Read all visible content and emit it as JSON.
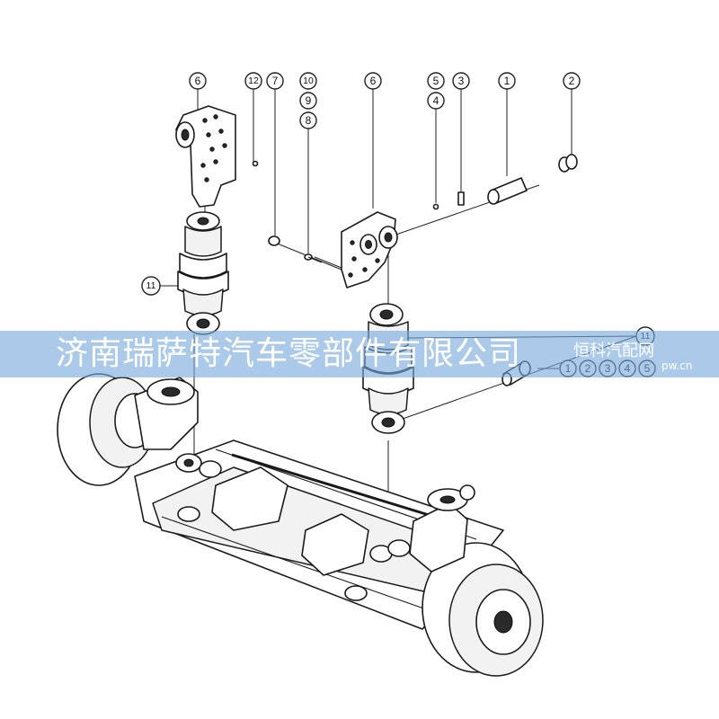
{
  "callouts": {
    "top_6_left": "6",
    "top_12": "12",
    "top_7": "7",
    "top_10": "10",
    "top_9": "9",
    "top_8": "8",
    "top_6_right": "6",
    "top_5": "5",
    "top_4": "4",
    "top_3": "3",
    "top_1": "1",
    "top_2": "2",
    "left_11": "11",
    "right_11": "11",
    "kit_1": "1",
    "kit_2": "2",
    "kit_3": "3",
    "kit_4": "4",
    "kit_5": "5"
  },
  "watermark": {
    "main": "济南瑞萨特汽车零部件有限公司",
    "side": "恒科汽配网",
    "url": "pw.cn"
  }
}
